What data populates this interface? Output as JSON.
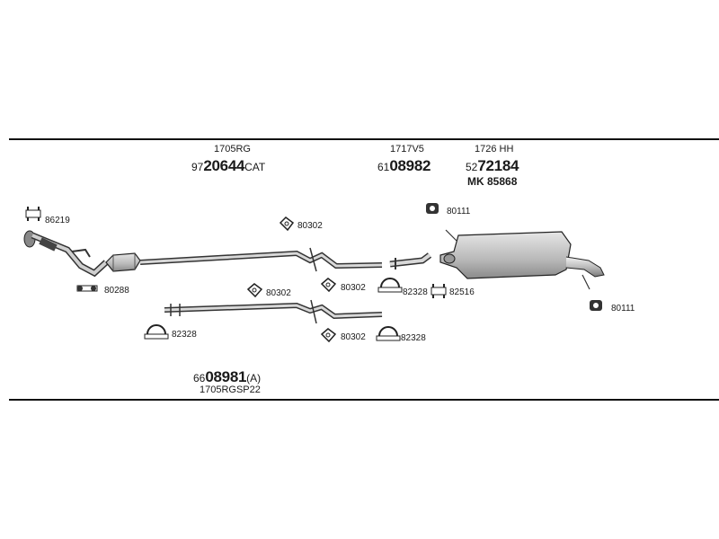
{
  "groups": [
    {
      "code": "1705RG",
      "prefix": "97",
      "number": "20644",
      "suffix": "CAT"
    },
    {
      "code": "1717V5",
      "prefix": "61",
      "number": "08982",
      "suffix": ""
    },
    {
      "code": "1726 HH",
      "prefix": "52",
      "number": "72184",
      "suffix": ""
    },
    {
      "bottom_prefix": "66",
      "bottom_number": "08981",
      "bottom_suffix": "(A)",
      "bottom_code": "1705RGSP22"
    }
  ],
  "extra": {
    "mk": "MK  85868"
  },
  "parts": {
    "p86219": "86219",
    "p80288": "80288",
    "p80302a": "80302",
    "p80302b": "80302",
    "p80302c": "80302",
    "p80302d": "80302",
    "p82328a": "82328",
    "p82328b": "82328",
    "p82328c": "82328",
    "p82516": "82516",
    "p80111a": "80111",
    "p80111b": "80111"
  }
}
